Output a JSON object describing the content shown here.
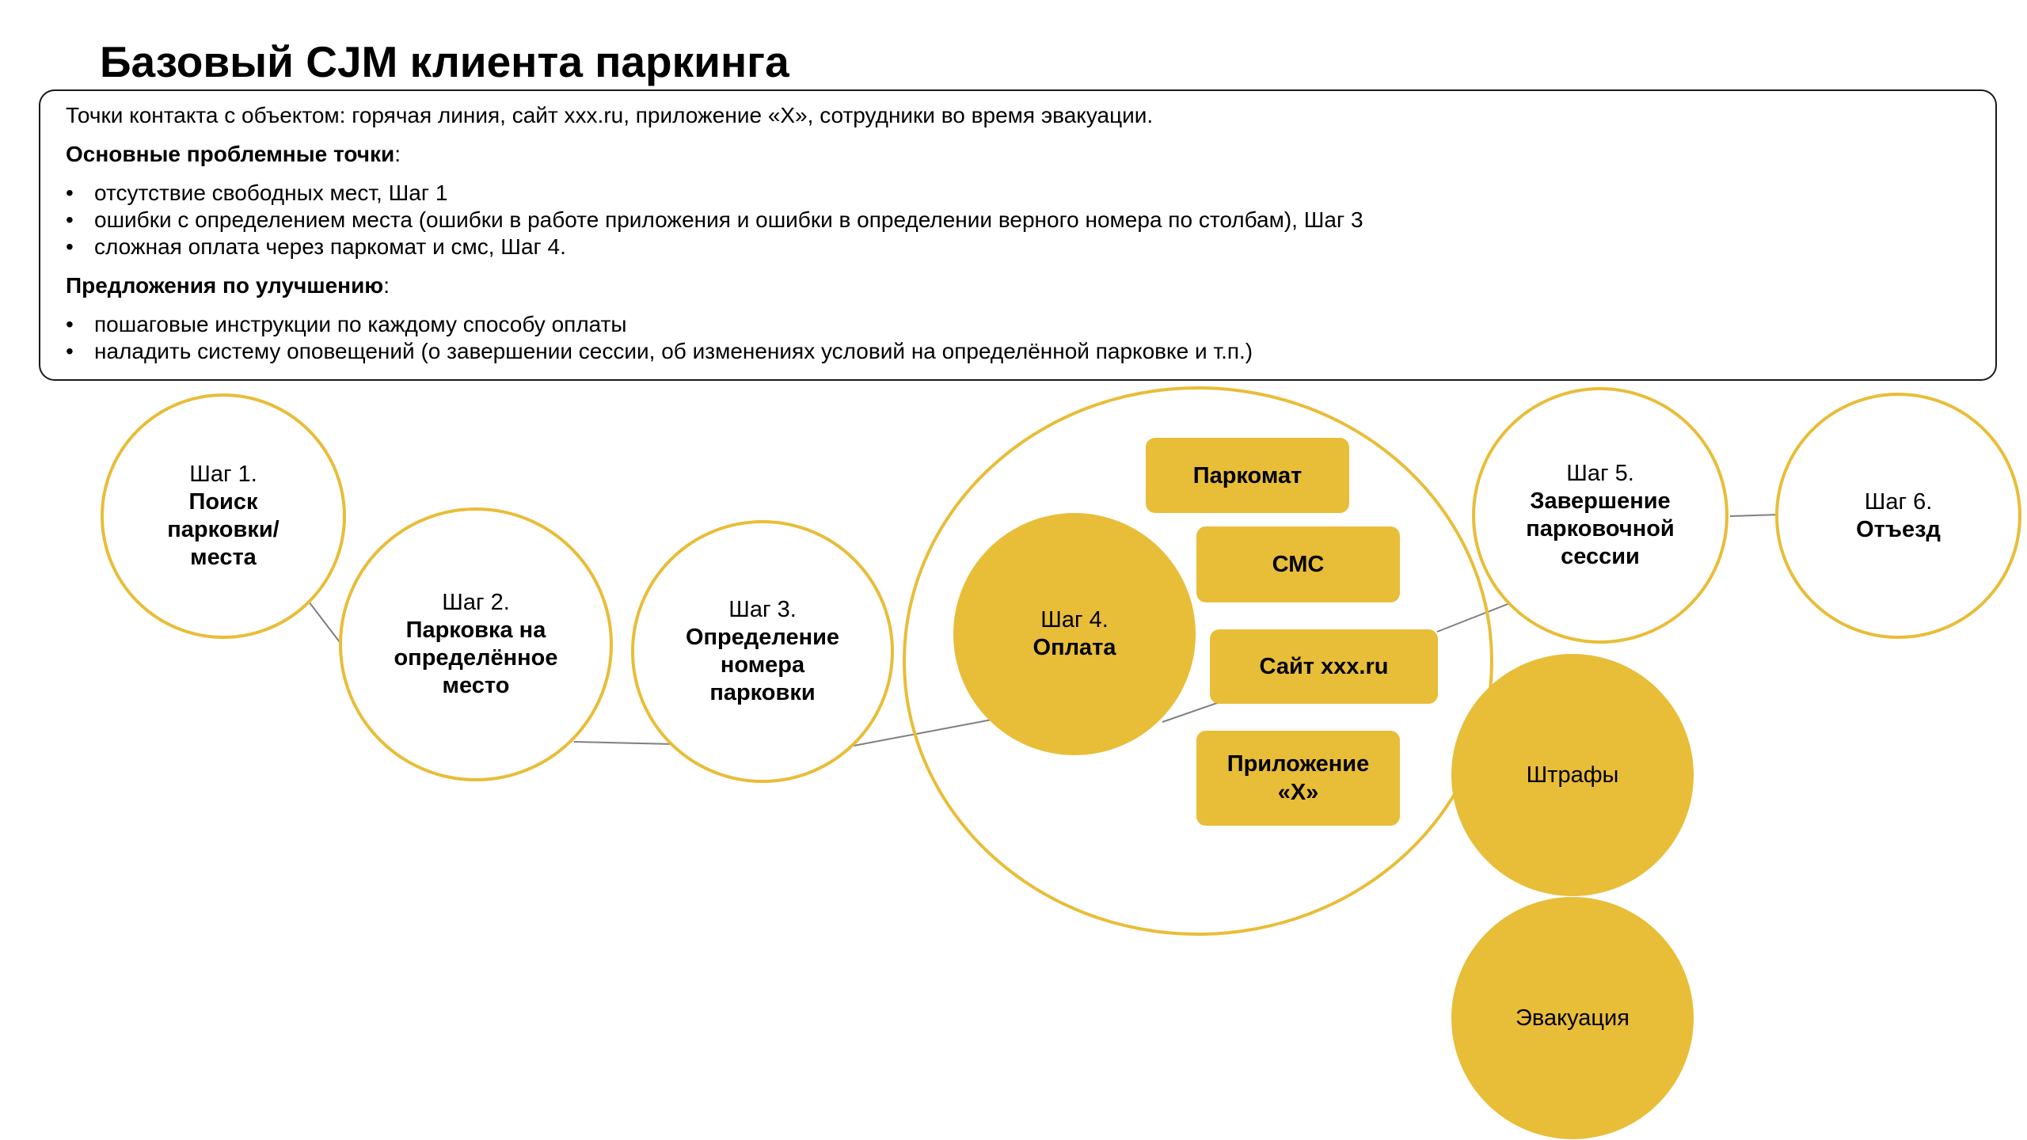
{
  "title": "Базовый CJM клиента паркинга",
  "info": {
    "touchpoints": "Точки контакта с объектом: горячая линия, сайт xxx.ru, приложение «X», сотрудники во время эвакуации.",
    "problems_heading": "Основные проблемные точки",
    "problems": [
      "отсутствие свободных мест, Шаг 1",
      "ошибки с определением места (ошибки в работе приложения и ошибки в определении верного номера по столбам), Шаг 3",
      "сложная оплата через паркомат и смс, Шаг 4."
    ],
    "improvements_heading": "Предложения по улучшению",
    "improvements": [
      "пошаговые инструкции по каждому способу оплаты",
      "наладить систему оповещений (о завершении сессии, об изменениях условий на определённой парковке и т.п.)"
    ]
  },
  "steps": [
    {
      "number": "Шаг 1.",
      "name": "Поиск\nпарковки/\nместа"
    },
    {
      "number": "Шаг 2.",
      "name": "Парковка на\nопределённое\nместо"
    },
    {
      "number": "Шаг 3.",
      "name": "Определение\nномера\nпарковки"
    },
    {
      "number": "Шаг 4.",
      "name": "Оплата"
    },
    {
      "number": "Шаг 5.",
      "name": "Завершение\nпарковочной\nсессии"
    },
    {
      "number": "Шаг 6.",
      "name": "Отъезд"
    }
  ],
  "payment_methods": [
    "Паркомат",
    "СМС",
    "Сайт xxx.ru",
    "Приложение\n«X»"
  ],
  "extras": [
    "Штрафы",
    "Эвакуация"
  ],
  "colors": {
    "accent": "#e8bd38",
    "connector": "#7f7f7f",
    "border": "#1a1a1a"
  }
}
